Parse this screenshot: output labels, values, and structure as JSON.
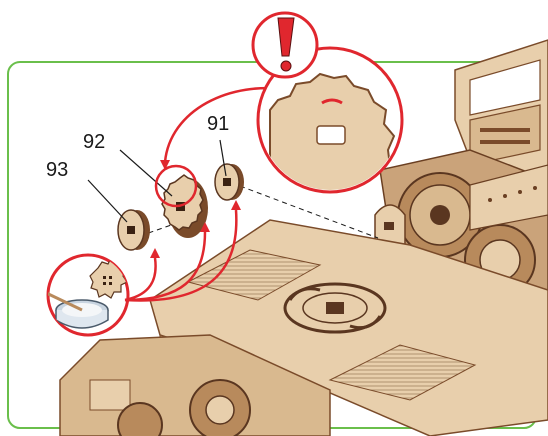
{
  "parts": [
    {
      "number": "93"
    },
    {
      "number": "92"
    },
    {
      "number": "91"
    }
  ],
  "callouts": {
    "warning_icon": "exclamation-icon",
    "glue_icon": "glue-jar-icon"
  },
  "colors": {
    "frame_border": "#6abf4b",
    "callout_red": "#e0272e",
    "plywood": "#e8cfac",
    "plywood_edge": "#7a4b2a",
    "dark_wood": "#5a3620"
  }
}
